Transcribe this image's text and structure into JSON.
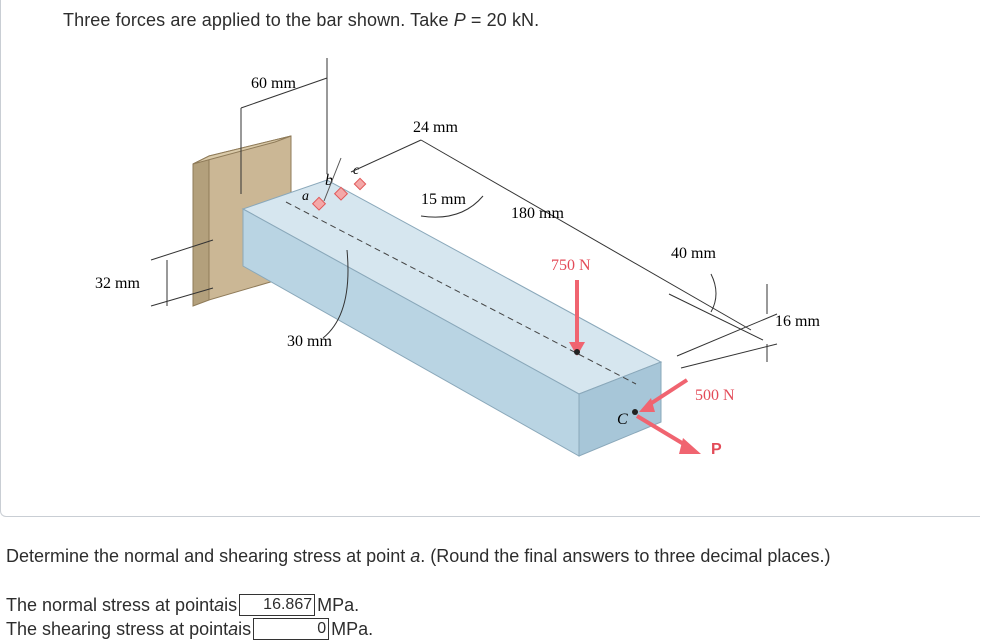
{
  "problem": {
    "statement_prefix": "Three forces are applied to the bar shown. Take ",
    "statement_var": "P",
    "statement_suffix": " = 20 kN."
  },
  "figure": {
    "labels": {
      "dim_60": "60 mm",
      "dim_24": "24 mm",
      "dim_15": "15 mm",
      "dim_180": "180 mm",
      "dim_40": "40 mm",
      "dim_32": "32 mm",
      "dim_16": "16 mm",
      "dim_30": "30 mm",
      "force_750": "750 N",
      "force_500": "500 N",
      "force_p": "P",
      "point_a": "a",
      "point_b": "b",
      "point_c": "c",
      "point_C": "C"
    },
    "colors": {
      "wall": "#cbb795",
      "bar_top": "#d6e6ef",
      "bar_side": "#b9d4e3",
      "arrow": "#f06470"
    }
  },
  "question": {
    "text_prefix": "Determine the normal and shearing stress at point ",
    "text_var": "a",
    "text_suffix": ". (Round the final answers to three decimal places.)"
  },
  "answers": {
    "normal": {
      "prefix": "The normal stress at point ",
      "var": "a",
      "mid": " is",
      "value": "16.867",
      "unit": "MPa."
    },
    "shearing": {
      "prefix": "The shearing stress at point ",
      "var": "a",
      "mid": " is",
      "value": "0",
      "unit": "MPa."
    }
  }
}
